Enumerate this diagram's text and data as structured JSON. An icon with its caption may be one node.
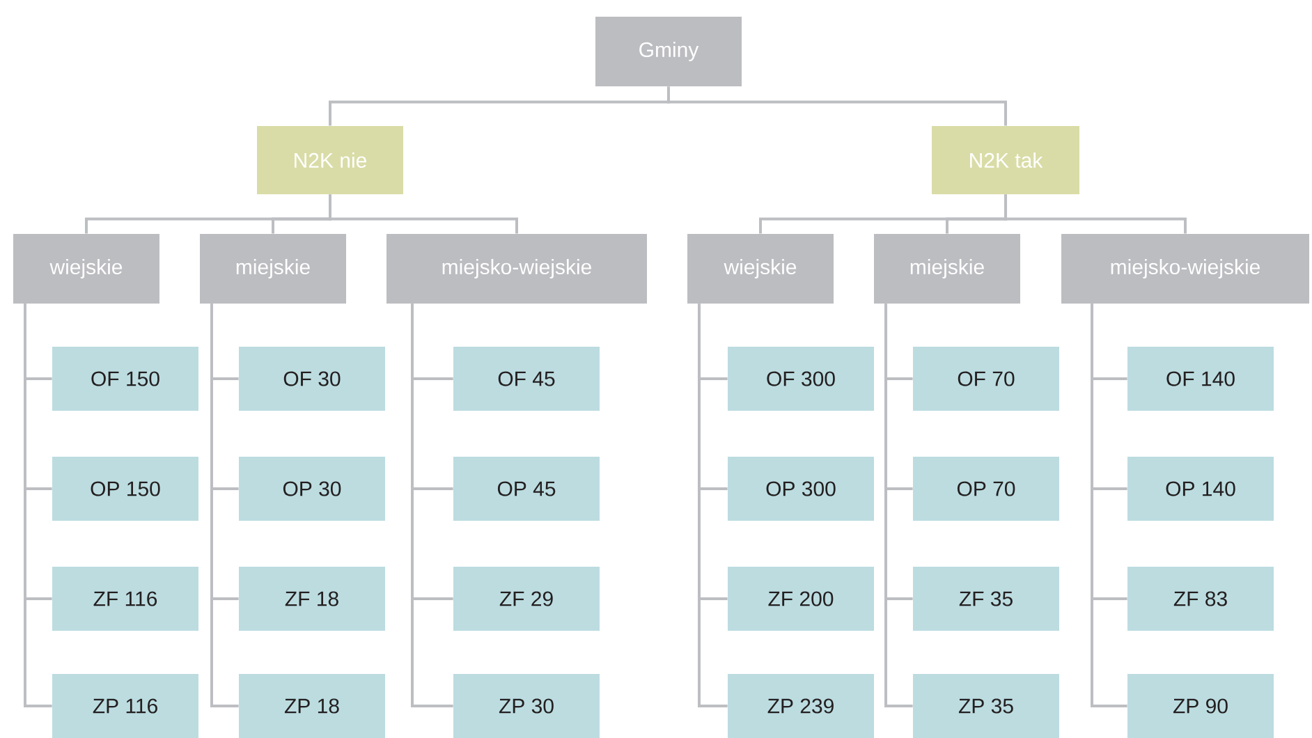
{
  "diagram": {
    "nodes": [
      {
        "text": [
          "Gminy"
        ]
      },
      {
        "text": [
          "N2K nie"
        ]
      },
      {
        "text": [
          "N2K tak"
        ]
      },
      {
        "text": [
          "wiejskie"
        ]
      },
      {
        "text": [
          "miejskie"
        ]
      },
      {
        "text": [
          "miejsko-wiejskie"
        ]
      },
      {
        "text": [
          "wiejskie"
        ]
      },
      {
        "text": [
          "miejskie"
        ]
      },
      {
        "text": [
          "miejsko-wiejskie"
        ]
      },
      {
        "text": [
          "OF 150"
        ]
      },
      {
        "text": [
          "OP 150"
        ]
      },
      {
        "text": [
          "ZF 116"
        ]
      },
      {
        "text": [
          "ZP 116"
        ]
      },
      {
        "text": [
          "OF 30"
        ]
      },
      {
        "text": [
          "OP 30"
        ]
      },
      {
        "text": [
          "ZF 18"
        ]
      },
      {
        "text": [
          "ZP 18"
        ]
      },
      {
        "text": [
          "OF 45"
        ]
      },
      {
        "text": [
          "OP 45"
        ]
      },
      {
        "text": [
          "ZF 29"
        ]
      },
      {
        "text": [
          "ZP 30"
        ]
      },
      {
        "text": [
          "OF 300"
        ]
      },
      {
        "text": [
          "OP 300"
        ]
      },
      {
        "text": [
          "ZF 200"
        ]
      },
      {
        "text": [
          "ZP 239"
        ]
      },
      {
        "text": [
          "OF 70"
        ]
      },
      {
        "text": [
          "OP 70"
        ]
      },
      {
        "text": [
          "ZF 35"
        ]
      },
      {
        "text": [
          "ZP 35"
        ]
      },
      {
        "text": [
          "OF 140"
        ]
      },
      {
        "text": [
          "OP 140"
        ]
      },
      {
        "text": [
          "ZF 83"
        ]
      },
      {
        "text": [
          "ZP 90"
        ]
      }
    ],
    "edges": [
      {
        "from": 0,
        "to": 1,
        "arrow": "none"
      },
      {
        "from": 0,
        "to": 2,
        "arrow": "none"
      },
      {
        "from": 1,
        "to": 3,
        "arrow": "none"
      },
      {
        "from": 1,
        "to": 4,
        "arrow": "none"
      },
      {
        "from": 1,
        "to": 5,
        "arrow": "none"
      },
      {
        "from": 2,
        "to": 6,
        "arrow": "none"
      },
      {
        "from": 2,
        "to": 7,
        "arrow": "none"
      },
      {
        "from": 2,
        "to": 8,
        "arrow": "none"
      },
      {
        "from": 3,
        "to": 9,
        "arrow": "none"
      },
      {
        "from": 3,
        "to": 10,
        "arrow": "none"
      },
      {
        "from": 3,
        "to": 11,
        "arrow": "none"
      },
      {
        "from": 3,
        "to": 12,
        "arrow": "none"
      },
      {
        "from": 4,
        "to": 13,
        "arrow": "none"
      },
      {
        "from": 4,
        "to": 14,
        "arrow": "none"
      },
      {
        "from": 4,
        "to": 15,
        "arrow": "none"
      },
      {
        "from": 4,
        "to": 16,
        "arrow": "none"
      },
      {
        "from": 5,
        "to": 17,
        "arrow": "none"
      },
      {
        "from": 5,
        "to": 18,
        "arrow": "none"
      },
      {
        "from": 5,
        "to": 19,
        "arrow": "none"
      },
      {
        "from": 5,
        "to": 20,
        "arrow": "none"
      },
      {
        "from": 6,
        "to": 21,
        "arrow": "none"
      },
      {
        "from": 6,
        "to": 22,
        "arrow": "none"
      },
      {
        "from": 6,
        "to": 23,
        "arrow": "none"
      },
      {
        "from": 6,
        "to": 24,
        "arrow": "none"
      },
      {
        "from": 7,
        "to": 25,
        "arrow": "none"
      },
      {
        "from": 7,
        "to": 26,
        "arrow": "none"
      },
      {
        "from": 7,
        "to": 27,
        "arrow": "none"
      },
      {
        "from": 7,
        "to": 28,
        "arrow": "none"
      },
      {
        "from": 8,
        "to": 29,
        "arrow": "none"
      },
      {
        "from": 8,
        "to": 30,
        "arrow": "none"
      },
      {
        "from": 8,
        "to": 31,
        "arrow": "none"
      },
      {
        "from": 8,
        "to": 32,
        "arrow": "none"
      }
    ]
  }
}
